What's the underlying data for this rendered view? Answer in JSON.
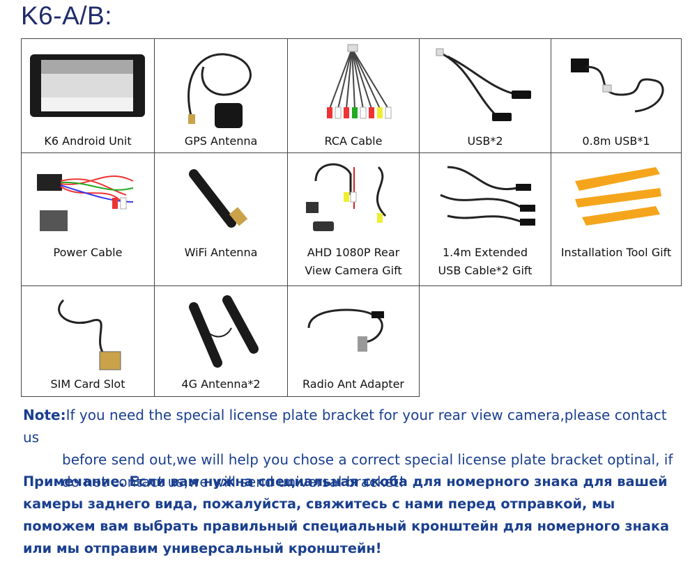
{
  "header": {
    "title": "K6-A/B:"
  },
  "items": [
    {
      "label": "K6 Android Unit"
    },
    {
      "label": "GPS Antenna"
    },
    {
      "label": "RCA Cable"
    },
    {
      "label": "USB*2"
    },
    {
      "label": "0.8m USB*1"
    },
    {
      "label": "Power Cable"
    },
    {
      "label": "WiFi Antenna"
    },
    {
      "label": "AHD 1080P Rear\nView Camera Gift"
    },
    {
      "label": "1.4m Extended\nUSB Cable*2 Gift"
    },
    {
      "label": "Installation Tool Gift"
    },
    {
      "label": "SIM Card Slot"
    },
    {
      "label": "4G Antenna*2"
    },
    {
      "label": "Radio Ant Adapter"
    }
  ],
  "note": {
    "label": "Note:",
    "line1": "If you need the special license plate bracket for your rear view camera,please contact us",
    "line2": "before send out,we will help you chose a correct special license plate bracket optinal, if",
    "line3": "do not contact us,we will send universal bracket!",
    "russian": "Примечание. Если вам нужна специальная скоба для номерного знака для вашей камеры заднего вида, пожалуйста, свяжитесь с нами перед отправкой, мы поможем вам выбрать правильный специальный кронштейн для номерного знака или мы отправим универсальный кронштейн!"
  },
  "colors": {
    "title": "#1f2a6b",
    "note": "#1a3f8f",
    "tool": "#f5a51c"
  }
}
